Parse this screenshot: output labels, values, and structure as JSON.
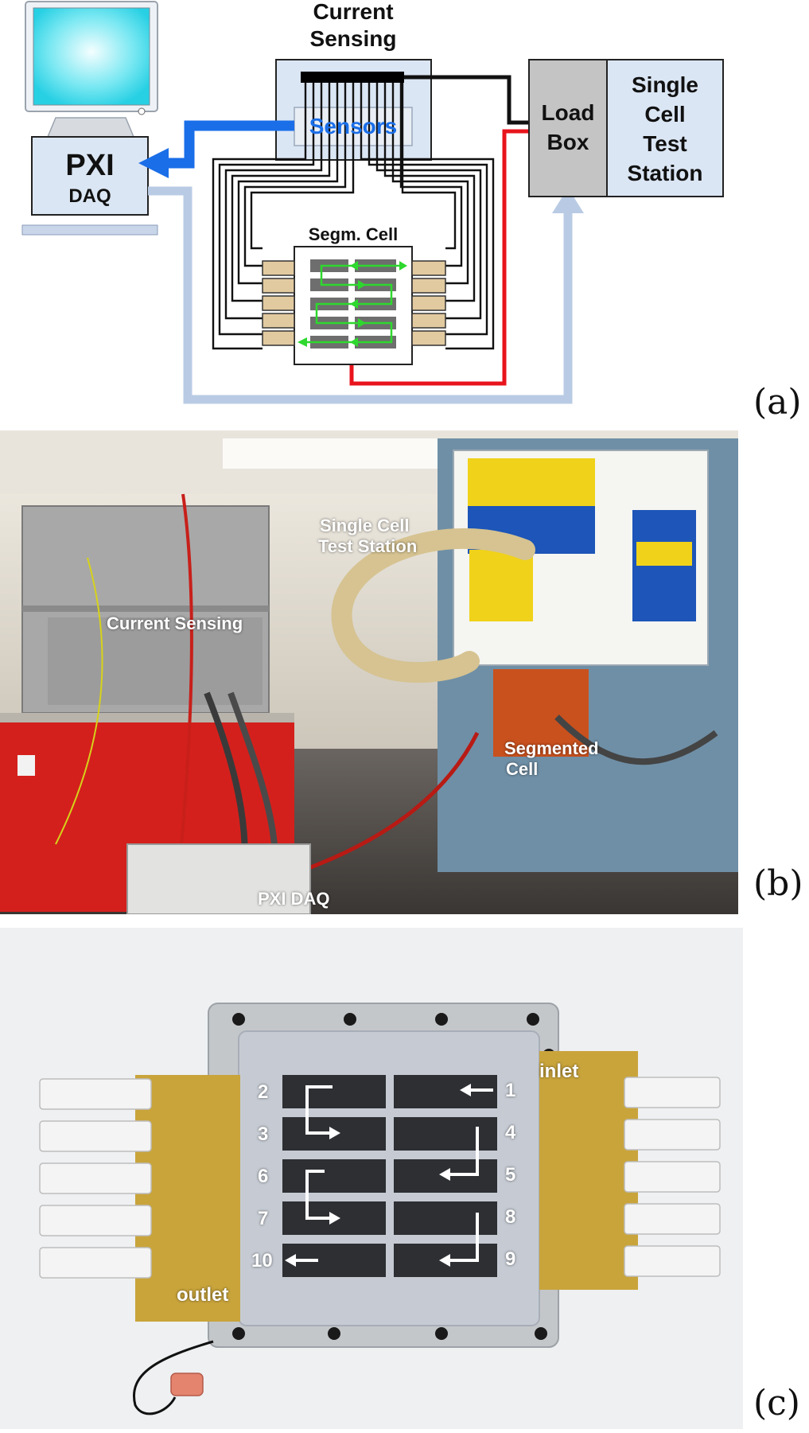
{
  "panel_a": {
    "label": "(a)",
    "pxi_title": "PXI",
    "pxi_subtitle": "DAQ",
    "current_sensing_line1": "Current",
    "current_sensing_line2": "Sensing",
    "sensors_label": "Sensors",
    "load_box_line1": "Load",
    "load_box_line2": "Box",
    "station_line1": "Single",
    "station_line2": "Cell",
    "station_line3": "Test",
    "station_line4": "Station",
    "segm_cell_label": "Segm. Cell",
    "colors": {
      "daq_arrow": "#1a6ee8",
      "sensors_text": "#1a6ee8",
      "feedback_line": "#b9cbe4",
      "red_cable": "#e8141c",
      "flow_arrows": "#2ed82e",
      "box_fill": "#dbe6f4",
      "load_fill": "#c4c4c4",
      "connector_fill": "#e2caa0"
    }
  },
  "panel_b": {
    "label": "(b)",
    "single_cell_line1": "Single Cell",
    "single_cell_line2": "Test Station",
    "current_sensing": "Current Sensing",
    "segmented_line1": "Segmented",
    "segmented_line2": "Cell",
    "pxi_daq": "PXI DAQ"
  },
  "panel_c": {
    "label": "(c)",
    "inlet": "inlet",
    "outlet": "outlet",
    "segments_left": [
      "2",
      "3",
      "6",
      "7",
      "10"
    ],
    "segments_right": [
      "1",
      "4",
      "5",
      "8",
      "9"
    ]
  }
}
